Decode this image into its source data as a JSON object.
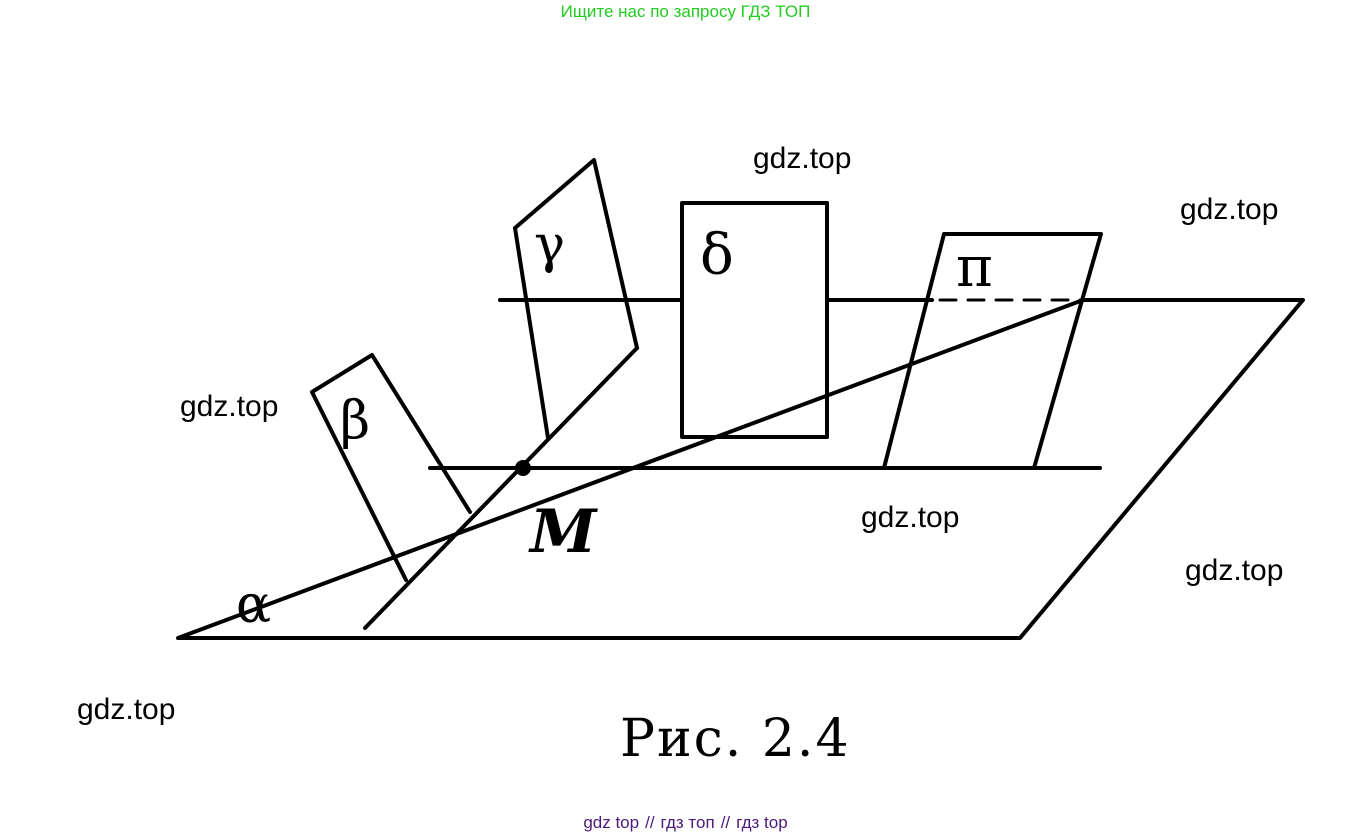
{
  "banner": {
    "text": "Ищите нас по запросу ГДЗ ТОП",
    "color": "#22cc22"
  },
  "figure": {
    "labels": {
      "alpha": "α",
      "beta": "β",
      "gamma": "γ",
      "delta": "δ",
      "pi": "π",
      "point_m": "M"
    },
    "caption": "Рис. 2.4"
  },
  "watermarks": [
    "gdz.top",
    "gdz.top",
    "gdz.top",
    "gdz.top",
    "gdz.top",
    "gdz.top"
  ],
  "footer": {
    "link1": "gdz top",
    "link2": "гдз топ",
    "link3": "гдз top",
    "separator": "//",
    "color": "#4b1a7a"
  }
}
